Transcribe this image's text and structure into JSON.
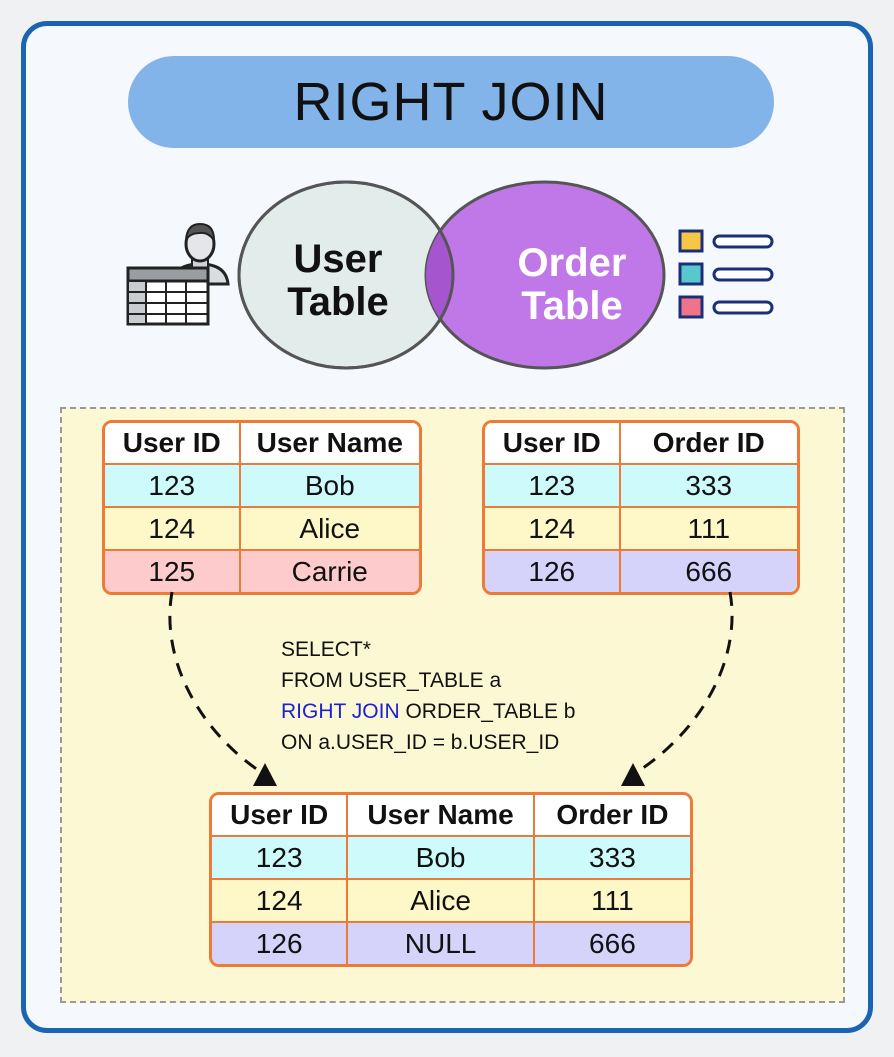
{
  "title": "RIGHT JOIN",
  "venn": {
    "left_line1": "User",
    "left_line2": "Table",
    "right_line1": "Order",
    "right_line2": "Table"
  },
  "user_table": {
    "headers": [
      "User ID",
      "User Name"
    ],
    "rows": [
      [
        "123",
        "Bob"
      ],
      [
        "124",
        "Alice"
      ],
      [
        "125",
        "Carrie"
      ]
    ]
  },
  "order_table": {
    "headers": [
      "User ID",
      "Order ID"
    ],
    "rows": [
      [
        "123",
        "333"
      ],
      [
        "124",
        "111"
      ],
      [
        "126",
        "666"
      ]
    ]
  },
  "sql": {
    "line1": "SELECT*",
    "line2": "FROM USER_TABLE a",
    "line3_keyword": "RIGHT JOIN",
    "line3_rest": " ORDER_TABLE b",
    "line4": "ON a.USER_ID = b.USER_ID"
  },
  "result_table": {
    "headers": [
      "User ID",
      "User Name",
      "Order ID"
    ],
    "rows": [
      [
        "123",
        "Bob",
        "333"
      ],
      [
        "124",
        "Alice",
        "111"
      ],
      [
        "126",
        "NULL",
        "666"
      ]
    ]
  },
  "colors": {
    "frame_border": "#1b65b0",
    "title_bg": "#82b4ea",
    "user_circle": "#e2ecea",
    "order_circle": "#c077e8",
    "overlap": "#a555cd",
    "table_border": "#ee7a3a",
    "keyword": "#1a22d8",
    "null_text": "#e01818"
  },
  "icons": [
    "user-table-icon",
    "order-list-icon"
  ]
}
